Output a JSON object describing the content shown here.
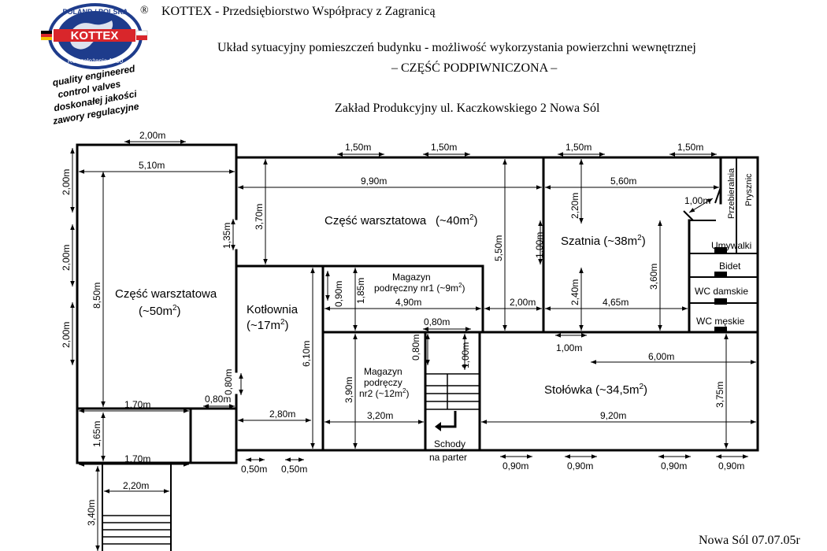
{
  "header": {
    "registered_mark": "®",
    "company": "KOTTEX  -  Przedsiębiorstwo Współpracy z Zagranicą",
    "title": "Układ sytuacyjny pomieszczeń budynku - możliwość wykorzystania powierzchni  wewnętrznej",
    "subtitle": "–  CZĘŚĆ PODPIWNICZONA  –",
    "location": "Zakład Produkcyjny ul. Kaczkowskiego 2    Nowa Sól"
  },
  "logo": {
    "top_text": "POLAND / POLSKA",
    "brand": "KOTTEX",
    "founded": "Rok założenia 1990",
    "slogan": [
      "quality engineered",
      "control valves",
      "doskonałej jakości",
      "zawory regulacyjne"
    ],
    "colors": {
      "globe": "#1e3c8c",
      "brand_red": "#d9262b",
      "flag_black": "#000000",
      "flag_gold": "#f2c200"
    }
  },
  "rooms": {
    "workshop_big": {
      "name": "Część warsztatowa",
      "area": "(~50m",
      "sup": "2",
      "close": ")"
    },
    "workshop_40": {
      "name": "Część warsztatowa",
      "area": "(~40m",
      "sup": "2",
      "close": ")"
    },
    "boiler": {
      "name": "Kotłownia",
      "area": "(~17m",
      "sup": "2",
      "close": ")"
    },
    "store1": {
      "line1": "Magazyn",
      "line2": "podręczny nr1 (~9m",
      "sup": "2",
      "close": ")"
    },
    "store2": {
      "line1": "Magazyn",
      "line2": "podręczy",
      "line3": "nr2 (~12m",
      "sup": "2",
      "close": ")"
    },
    "locker": {
      "name": "Szatnia (~38m",
      "sup": "2",
      "close": ")"
    },
    "canteen": {
      "name": "Stołówka (~34,5m",
      "sup": "2",
      "close": ")"
    },
    "stairs": {
      "line1": "Schody",
      "line2": "na parter"
    },
    "changing": "Przebieralnia",
    "shower": "Prysznic",
    "sinks": "Umywalki",
    "bidet": "Bidet",
    "wc_women": "WC damskie",
    "wc_men": "WC męskie"
  },
  "dimensions": {
    "d_2_00_top": "2,00m",
    "d_5_10": "5,10m",
    "d_2_00_v1": "2,00m",
    "d_2_00_v2": "2,00m",
    "d_2_00_v3": "2,00m",
    "d_8_50": "8,50m",
    "d_1_35": "1,35m",
    "d_3_70": "3,70m",
    "d_1_50_a": "1,50m",
    "d_1_50_b": "1,50m",
    "d_1_50_c": "1,50m",
    "d_1_50_d": "1,50m",
    "d_9_90": "9,90m",
    "d_5_60": "5,60m",
    "d_1_00_door": "1,00m",
    "d_2_20": "2,20m",
    "d_5_50": "5,50m",
    "d_1_00_v": "1,00m",
    "d_3_60": "3,60m",
    "d_0_90": "0,90m",
    "d_1_85": "1,85m",
    "d_4_90": "4,90m",
    "d_2_00_h": "2,00m",
    "d_2_40": "2,40m",
    "d_4_65": "4,65m",
    "d_0_80_door": "0,80m",
    "d_0_80_v2": "0,80m",
    "d_1_00_v2": "1,00m",
    "d_1_00_h": "1,00m",
    "d_6_00": "6,00m",
    "d_6_10": "6,10m",
    "d_3_90": "3,90m",
    "d_3_75": "3,75m",
    "d_0_80_v": "0,80m",
    "d_0_80_h": "0,80m",
    "d_1_70_a": "1,70m",
    "d_1_70_b": "1,70m",
    "d_1_65": "1,65m",
    "d_2_80": "2,80m",
    "d_3_20": "3,20m",
    "d_9_20": "9,20m",
    "d_0_50_a": "0,50m",
    "d_0_50_b": "0,50m",
    "d_0_90_a": "0,90m",
    "d_0_90_b": "0,90m",
    "d_0_90_c": "0,90m",
    "d_0_90_d": "0,90m",
    "d_2_20_bottom": "2,20m",
    "d_3_40": "3,40m"
  },
  "footer": {
    "date": "Nowa Sól 07.07.05r"
  }
}
